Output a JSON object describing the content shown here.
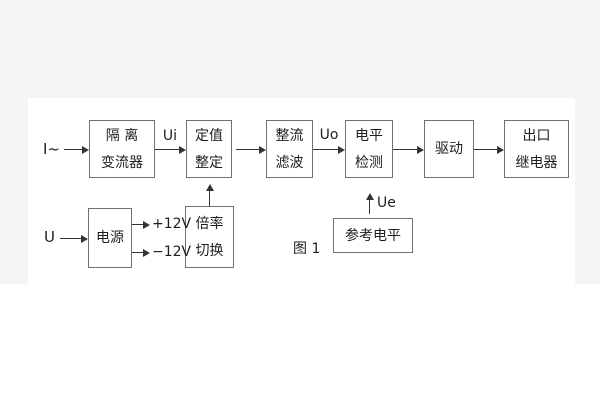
{
  "figure": {
    "caption": "图 1",
    "blocks": {
      "iso": {
        "line1": "隔  离",
        "line2": "变流器"
      },
      "setpoint": {
        "line1": "定值",
        "line2": "整定"
      },
      "rectify": {
        "line1": "整流",
        "line2": "滤波"
      },
      "level": {
        "line1": "电平",
        "line2": "检测"
      },
      "drive": {
        "line1": "驱动"
      },
      "relay": {
        "line1": "出口",
        "line2": "继电器"
      },
      "power": {
        "line1": "电源"
      },
      "ratio": {
        "line1": "倍率",
        "line2": "切换"
      },
      "reference": {
        "line1": "参考电平"
      }
    },
    "labels": {
      "input_current": "I~",
      "input_voltage": "U",
      "ui": "Ui",
      "uo": "Uo",
      "ue": "Ue",
      "plus12v": "+12V",
      "minus12v": "−12V"
    },
    "colors": {
      "line": "#333333",
      "text": "#1e1e1e",
      "box_border": "#6f6f6f",
      "panel": "#ffffff",
      "photo_background": "#f5f5f5"
    }
  }
}
